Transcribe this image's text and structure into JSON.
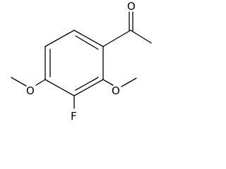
{
  "molecule": {
    "atoms": {
      "carbonyl_oxygen": "O",
      "fluorine": "F",
      "methoxy_oxygen_left": "O",
      "methoxy_oxygen_right": "O"
    }
  }
}
